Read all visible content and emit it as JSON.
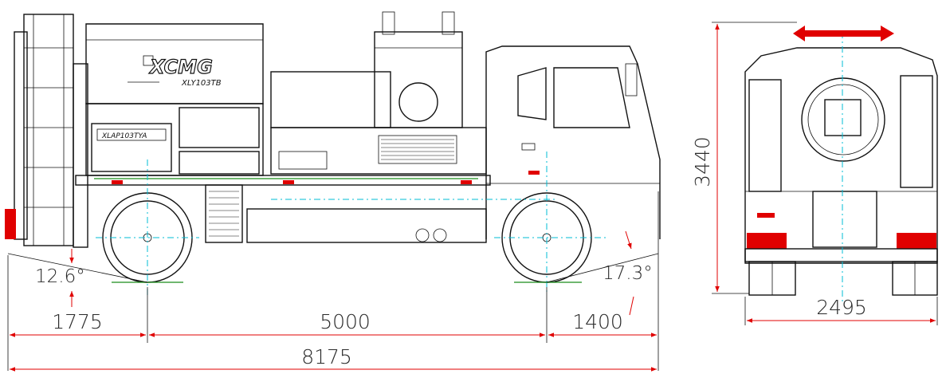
{
  "brand": {
    "logo": "XCMG",
    "model": "XLY103TB",
    "panel_label": "XLAP103TYA"
  },
  "dimensions": {
    "rear_overhang": "1775",
    "wheelbase": "5000",
    "front_overhang": "1400",
    "overall_length": "8175",
    "height": "3440",
    "width": "2495",
    "departure_angle": "12.6°",
    "approach_angle": "17.3°"
  },
  "colors": {
    "dimension_line": "#e00000",
    "centerline": "#00bcd4",
    "ground_mark": "#1a8c1a",
    "outline": "#111111"
  }
}
